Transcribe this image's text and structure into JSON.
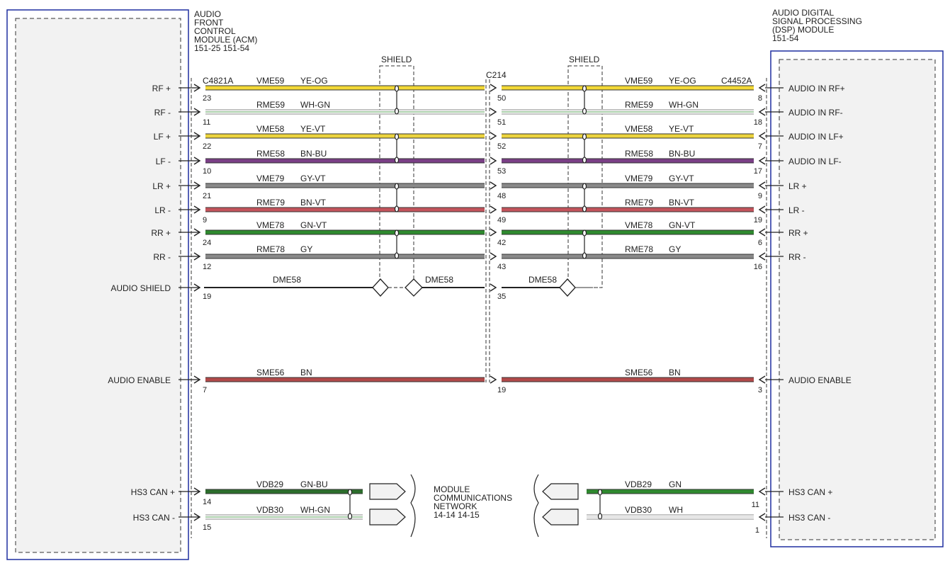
{
  "modules": {
    "acm": {
      "title_lines": [
        "AUDIO",
        "FRONT",
        "CONTROL",
        "MODULE (ACM)",
        "151-25  151-54"
      ],
      "connector": "C4821A"
    },
    "dsp": {
      "title_lines": [
        "AUDIO DIGITAL",
        "SIGNAL PROCESSING",
        "(DSP) MODULE",
        "151-54"
      ],
      "connector": "C4452A"
    }
  },
  "inline_connector": "C214",
  "shield_label": "SHIELD",
  "network_label_lines": [
    "MODULE",
    "COMMUNICATIONS",
    "NETWORK",
    "14-14  14-15"
  ],
  "colors": {
    "YE-OG": "#f2d836",
    "WH-GN": "#8fbf8f",
    "YE-VT": "#ecd43e",
    "BN-BU": "#7a3f86",
    "GY-VT": "#8a8a8a",
    "BN-VT": "#c4545c",
    "GN-VT": "#2f8a2f",
    "GY": "#8a8a8a",
    "BN": "#b24a4a",
    "GN-BU": "#2c6e2c",
    "GN": "#2f8a2f",
    "WH": "#cfcfcf",
    "DME": "#222222",
    "frame": "#1f2fa0"
  },
  "circuits": [
    {
      "left_label": "RF +",
      "left_pin": "23",
      "left_circuit": "VME59",
      "left_color": "YE-OG",
      "mid_pin": "50",
      "right_circuit": "VME59",
      "right_color": "YE-OG",
      "right_pin": "8",
      "right_label": "AUDIO IN RF+"
    },
    {
      "left_label": "RF -",
      "left_pin": "11",
      "left_circuit": "RME59",
      "left_color": "WH-GN",
      "mid_pin": "51",
      "right_circuit": "RME59",
      "right_color": "WH-GN",
      "right_pin": "18",
      "right_label": "AUDIO IN RF-"
    },
    {
      "left_label": "LF +",
      "left_pin": "22",
      "left_circuit": "VME58",
      "left_color": "YE-VT",
      "mid_pin": "52",
      "right_circuit": "VME58",
      "right_color": "YE-VT",
      "right_pin": "7",
      "right_label": "AUDIO IN LF+"
    },
    {
      "left_label": "LF -",
      "left_pin": "10",
      "left_circuit": "RME58",
      "left_color": "BN-BU",
      "mid_pin": "53",
      "right_circuit": "RME58",
      "right_color": "BN-BU",
      "right_pin": "17",
      "right_label": "AUDIO IN LF-"
    },
    {
      "left_label": "LR +",
      "left_pin": "21",
      "left_circuit": "VME79",
      "left_color": "GY-VT",
      "mid_pin": "48",
      "right_circuit": "VME79",
      "right_color": "GY-VT",
      "right_pin": "9",
      "right_label": "LR +"
    },
    {
      "left_label": "LR -",
      "left_pin": "9",
      "left_circuit": "RME79",
      "left_color": "BN-VT",
      "mid_pin": "49",
      "right_circuit": "RME79",
      "right_color": "BN-VT",
      "right_pin": "19",
      "right_label": "LR -"
    },
    {
      "left_label": "RR +",
      "left_pin": "24",
      "left_circuit": "VME78",
      "left_color": "GN-VT",
      "mid_pin": "42",
      "right_circuit": "VME78",
      "right_color": "GN-VT",
      "right_pin": "6",
      "right_label": "RR +"
    },
    {
      "left_label": "RR -",
      "left_pin": "12",
      "left_circuit": "RME78",
      "left_color": "GY",
      "mid_pin": "43",
      "right_circuit": "RME78",
      "right_color": "GY",
      "right_pin": "16",
      "right_label": "RR -"
    }
  ],
  "audio_shield": {
    "label": "AUDIO SHIELD",
    "pin": "19",
    "circuit_left": "DME58",
    "circuit_mid": "DME58",
    "mid_pin": "35",
    "circuit_right": "DME58"
  },
  "audio_enable": {
    "left_label": "AUDIO ENABLE",
    "left_pin": "7",
    "left_circuit": "SME56",
    "left_color": "BN",
    "mid_pin": "19",
    "right_circuit": "SME56",
    "right_color": "BN",
    "right_pin": "3",
    "right_label": "AUDIO ENABLE"
  },
  "can": [
    {
      "left_label": "HS3 CAN +",
      "left_pin": "14",
      "left_circuit": "VDB29",
      "left_color": "GN-BU",
      "right_circuit": "VDB29",
      "right_color": "GN",
      "right_pin": "11",
      "right_label": "HS3 CAN +"
    },
    {
      "left_label": "HS3 CAN -",
      "left_pin": "15",
      "left_circuit": "VDB30",
      "left_color": "WH-GN",
      "right_circuit": "VDB30",
      "right_color": "WH",
      "right_pin": "1",
      "right_label": "HS3 CAN -"
    }
  ]
}
